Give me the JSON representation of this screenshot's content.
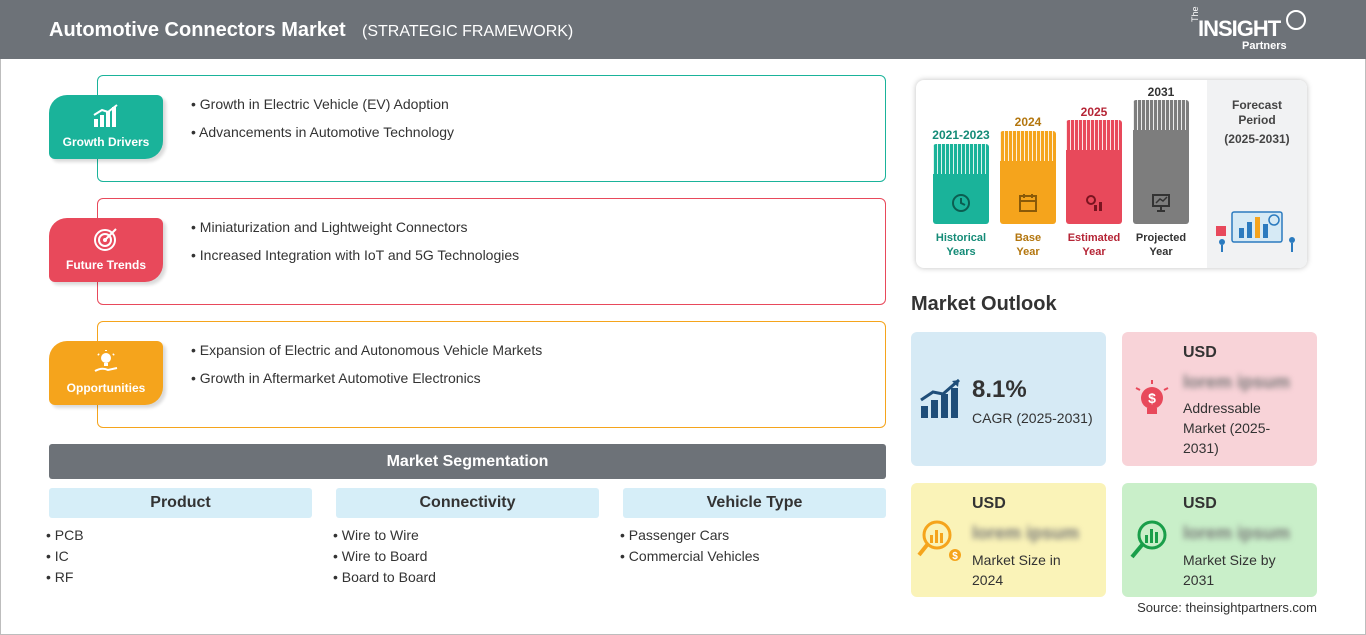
{
  "header": {
    "title": "Automotive Connectors Market",
    "subtitle": "(STRATEGIC FRAMEWORK)",
    "logo": {
      "the": "The",
      "main": "INSIGHT",
      "partners": "Partners"
    }
  },
  "framework": {
    "growth_drivers": {
      "label": "Growth Drivers",
      "color": "#1ab39a",
      "icon": "bar-chart-up-icon",
      "items": [
        "Growth in Electric Vehicle (EV) Adoption",
        "Advancements in Automotive Technology"
      ]
    },
    "future_trends": {
      "label": "Future Trends",
      "color": "#e8495b",
      "icon": "target-icon",
      "items": [
        "Miniaturization and Lightweight Connectors",
        "Increased Integration with IoT and 5G Technologies"
      ]
    },
    "opportunities": {
      "label": "Opportunities",
      "color": "#f5a41c",
      "icon": "lightbulb-hand-icon",
      "items": [
        "Expansion of Electric and Autonomous Vehicle Markets",
        "Growth in Aftermarket Automotive Electronics"
      ]
    }
  },
  "segmentation": {
    "title": "Market Segmentation",
    "columns": [
      {
        "title": "Product",
        "items": [
          "PCB",
          "IC",
          "RF"
        ]
      },
      {
        "title": "Connectivity",
        "items": [
          "Wire to Wire",
          "Wire to Board",
          "Board to Board"
        ]
      },
      {
        "title": "Vehicle Type",
        "items": [
          "Passenger Cars",
          "Commercial Vehicles"
        ]
      }
    ]
  },
  "timeline": {
    "periods": [
      {
        "year": "2021-2023",
        "name_line1": "Historical",
        "name_line2": "Years",
        "color": "#1ab39a",
        "year_color": "#148b77"
      },
      {
        "year": "2024",
        "name_line1": "Base",
        "name_line2": "Year",
        "color": "#f5a41c",
        "year_color": "#b3760e"
      },
      {
        "year": "2025",
        "name_line1": "Estimated",
        "name_line2": "Year",
        "color": "#e8495b",
        "year_color": "#b52536"
      },
      {
        "year": "2031",
        "name_line1": "Projected",
        "name_line2": "Year",
        "color": "#7d7d7d",
        "year_color": "#333333"
      }
    ],
    "forecast_line1": "Forecast",
    "forecast_line2": "Period",
    "forecast_range": "(2025-2031)"
  },
  "outlook": {
    "title": "Market Outlook",
    "cagr": {
      "value": "8.1%",
      "label": "CAGR (2025-2031)",
      "bg": "#d6eaf5"
    },
    "addressable": {
      "usd": "USD",
      "value": "lorem ipsum",
      "label_line1": "Addressable",
      "label_line2": "Market (2025-",
      "label_line3": "2031)",
      "bg": "#f8d3d8"
    },
    "size_2024": {
      "usd": "USD",
      "value": "lorem ipsum",
      "label_line1": "Market Size in",
      "label_line2": "2024",
      "bg": "#faf3b8"
    },
    "size_2031": {
      "usd": "USD",
      "value": "lorem ipsum",
      "label_line1": "Market Size by",
      "label_line2": "2031",
      "bg": "#c9efc9"
    }
  },
  "source": "Source: theinsightpartners.com"
}
